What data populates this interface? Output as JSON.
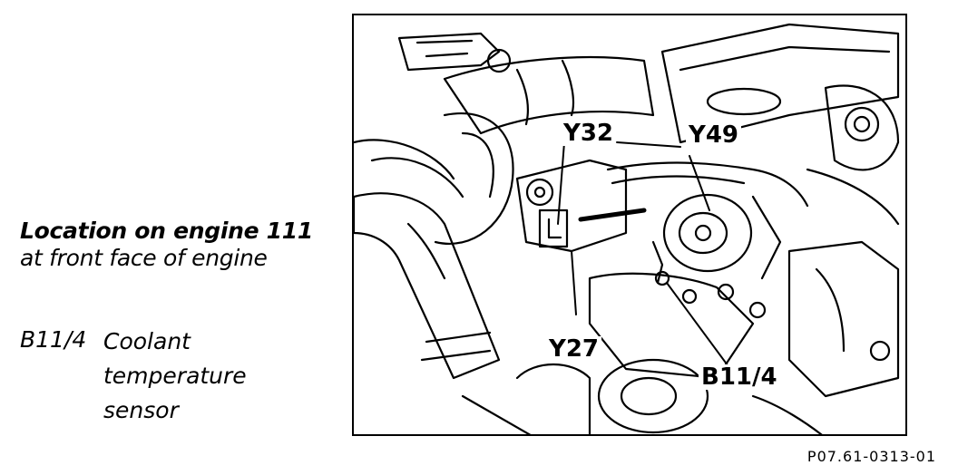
{
  "caption": {
    "title": "Location on engine 111",
    "subtitle": "at front face of engine"
  },
  "legend": {
    "code": "B11/4",
    "description_line1": "Coolant",
    "description_line2": "temperature",
    "description_line3": "sensor"
  },
  "callouts": {
    "y32": "Y32",
    "y49": "Y49",
    "y27": "Y27",
    "b11_4": "B11/4"
  },
  "figure_id": "P07.61-0313-01"
}
